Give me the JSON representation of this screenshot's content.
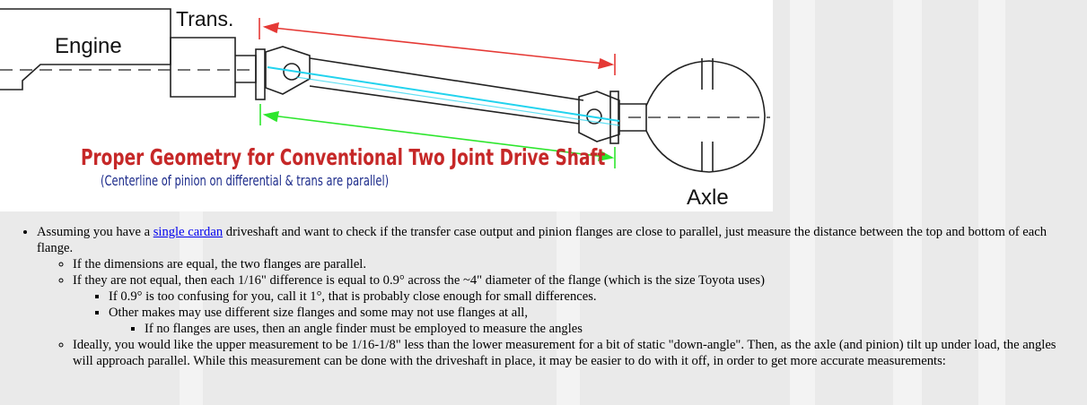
{
  "diagram": {
    "label_trans": "Trans.",
    "label_engine": "Engine",
    "label_axle": "Axle",
    "title": "Proper Geometry for Conventional Two Joint Drive Shaft",
    "subtitle": "(Centerline of pinion on differential & trans are parallel)",
    "colors": {
      "title_red": "#c62828",
      "subtitle_blue": "#1b2a8a",
      "arrow_red": "#e53935",
      "arrow_green": "#2ee62e",
      "shaft_cyan": "#22d3ee"
    }
  },
  "bullets": {
    "main_prefix": "Assuming you have a",
    "main_link": "single cardan",
    "main_suffix": "driveshaft and want to check if the transfer case output and pinion flanges are close to parallel, just measure the distance between the top and bottom of each flange.",
    "sub1": "If the dimensions are equal, the two flanges are parallel.",
    "sub2": "If they are not equal, then each 1/16\" difference is equal to 0.9° across the ~4\" diameter of the flange (which is the size Toyota uses)",
    "sub2_a": "If 0.9° is too confusing for you, call it 1°, that is probably close enough for small differences.",
    "sub2_b": "Other makes may use different size flanges and some may not use flanges at all,",
    "sub2_b_i": "If no flanges are uses, then an angle finder must be employed to measure the angles",
    "sub3": "Ideally, you would like the upper measurement to be 1/16-1/8\" less than the lower measurement for a bit of static \"down-angle\". Then, as the axle (and pinion) tilt up under load, the angles will approach parallel. While this measurement can be done with the driveshaft in place, it may be easier to do with it off, in order to get more accurate measurements:"
  }
}
